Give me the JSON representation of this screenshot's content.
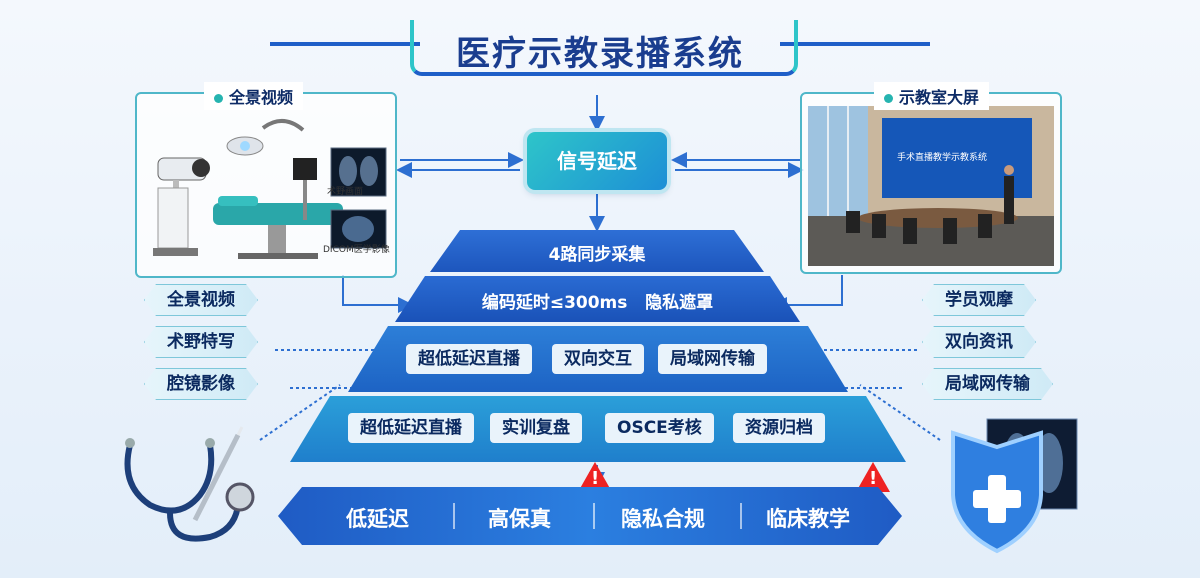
{
  "title": "医疗示教录播系统",
  "left_panel": {
    "label": "全景视频",
    "monitor_caption_1": "术野画面",
    "monitor_caption_2": "DICOM医学影像"
  },
  "right_panel": {
    "label": "示教室大屏",
    "screen_text": "手术直播教学示教系统"
  },
  "signal": "信号延迟",
  "left_pills": [
    "全景视频",
    "术野特写",
    "腔镜影像"
  ],
  "right_pills": [
    "学员观摩",
    "双向资讯",
    "局域网传输"
  ],
  "pyramid": {
    "tier1": "4路同步采集",
    "tier2": "编码延时≤300ms   隐私遮罩",
    "tier3": [
      "超低延迟直播",
      "双向交互",
      "局域网传输"
    ],
    "tier4": [
      "超低延迟直播",
      "实训复盘",
      "OSCE考核",
      "资源归档"
    ]
  },
  "banner": [
    "低延迟",
    "高保真",
    "隐私合规",
    "临床教学"
  ],
  "warning_glyph": "!",
  "colors": {
    "title": "#1a3d8f",
    "accent_teal": "#2ec5c9",
    "banner_blue": "#1f5bc4",
    "warning_red": "#e22222"
  }
}
